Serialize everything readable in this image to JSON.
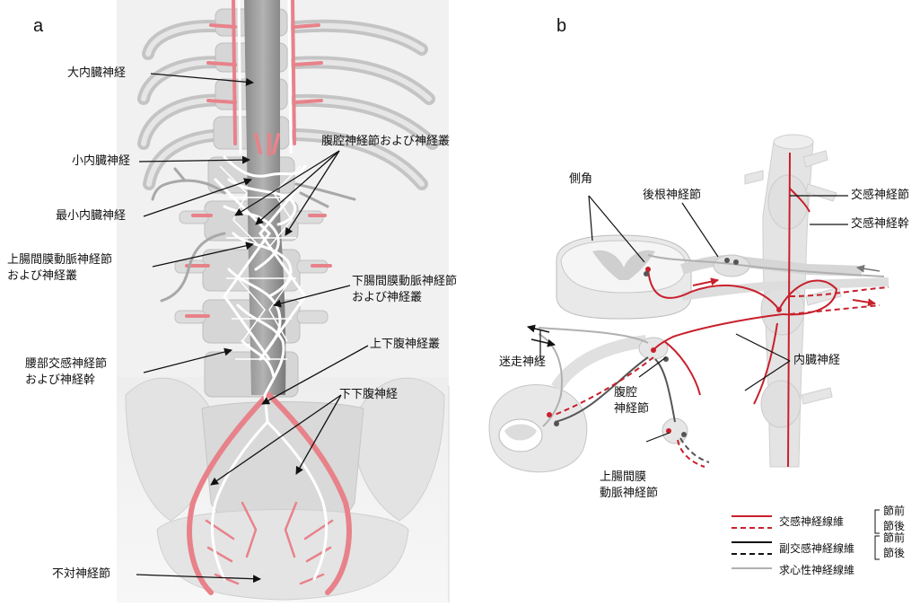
{
  "panel_a": {
    "letter": "a",
    "labels": {
      "greater_splanchnic": "大内臓神経",
      "lesser_splanchnic": "小内臓神経",
      "least_splanchnic": "最小内臓神経",
      "celiac": "腹腔神経節および神経叢",
      "sup_mesenteric_1": "上腸間膜動脈神経節",
      "sup_mesenteric_2": "および神経叢",
      "inf_mesenteric_1": "下腸間膜動脈神経節",
      "inf_mesenteric_2": "および神経叢",
      "lumbar_1": "腰部交感神経節",
      "lumbar_2": "および神経幹",
      "sup_hypogastric": "上下腹神経叢",
      "inf_hypogastric": "下下腹神経",
      "ganglion_impar": "不対神経節"
    }
  },
  "panel_b": {
    "letter": "b",
    "labels": {
      "lateral_horn": "側角",
      "drg": "後根神経節",
      "sympathetic_ganglion": "交感神経節",
      "sympathetic_trunk": "交感神経幹",
      "vagus": "迷走神経",
      "splanchnic": "内臓神経",
      "celiac_1": "腹腔",
      "celiac_2": "神経節",
      "sma_1": "上腸間膜",
      "sma_2": "動脈神経節"
    },
    "legend": {
      "sympathetic": "交感神経線維",
      "parasympathetic": "副交感神経線維",
      "afferent": "求心性神経線維",
      "pre": "節前",
      "post": "節後"
    },
    "colors": {
      "sympathetic": "#c8202c",
      "parasympathetic": "#111111",
      "afferent": "#b0b0b0"
    }
  }
}
